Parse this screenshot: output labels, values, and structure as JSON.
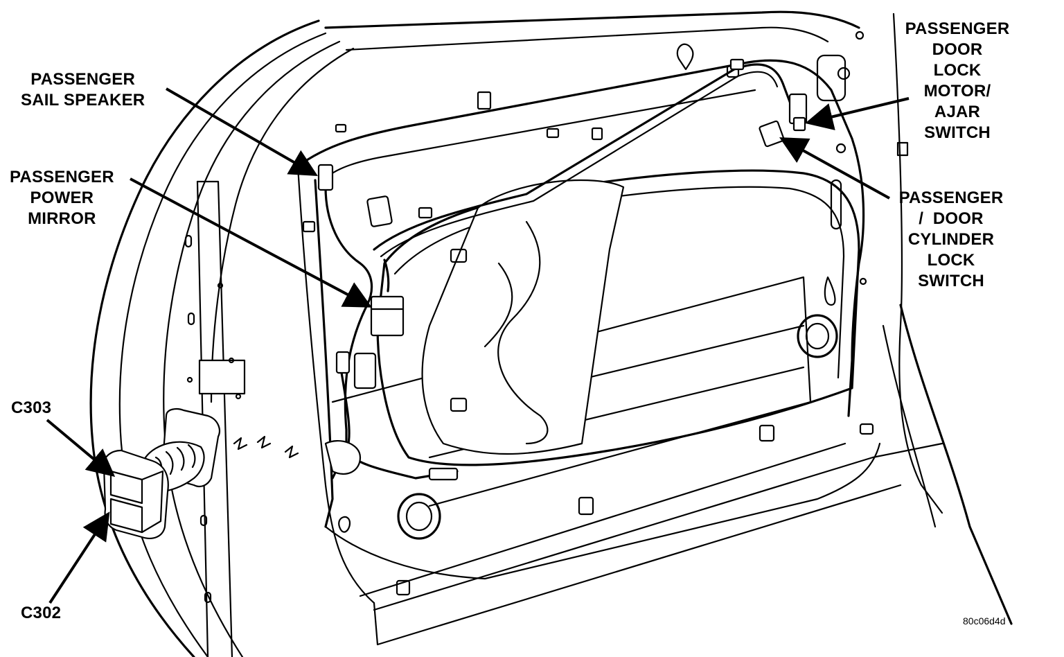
{
  "callouts": {
    "sail_speaker": "PASSENGER\nSAIL SPEAKER",
    "power_mirror": "PASSENGER\nPOWER\nMIRROR",
    "c303": "C303",
    "c302": "C302",
    "lock_motor": "PASSENGER\nDOOR\nLOCK\nMOTOR/\nAJAR\nSWITCH",
    "cylinder_lock": "PASSENGER\n/  DOOR\nCYLINDER\nLOCK\nSWITCH"
  },
  "figure_id": "80c06d4d"
}
